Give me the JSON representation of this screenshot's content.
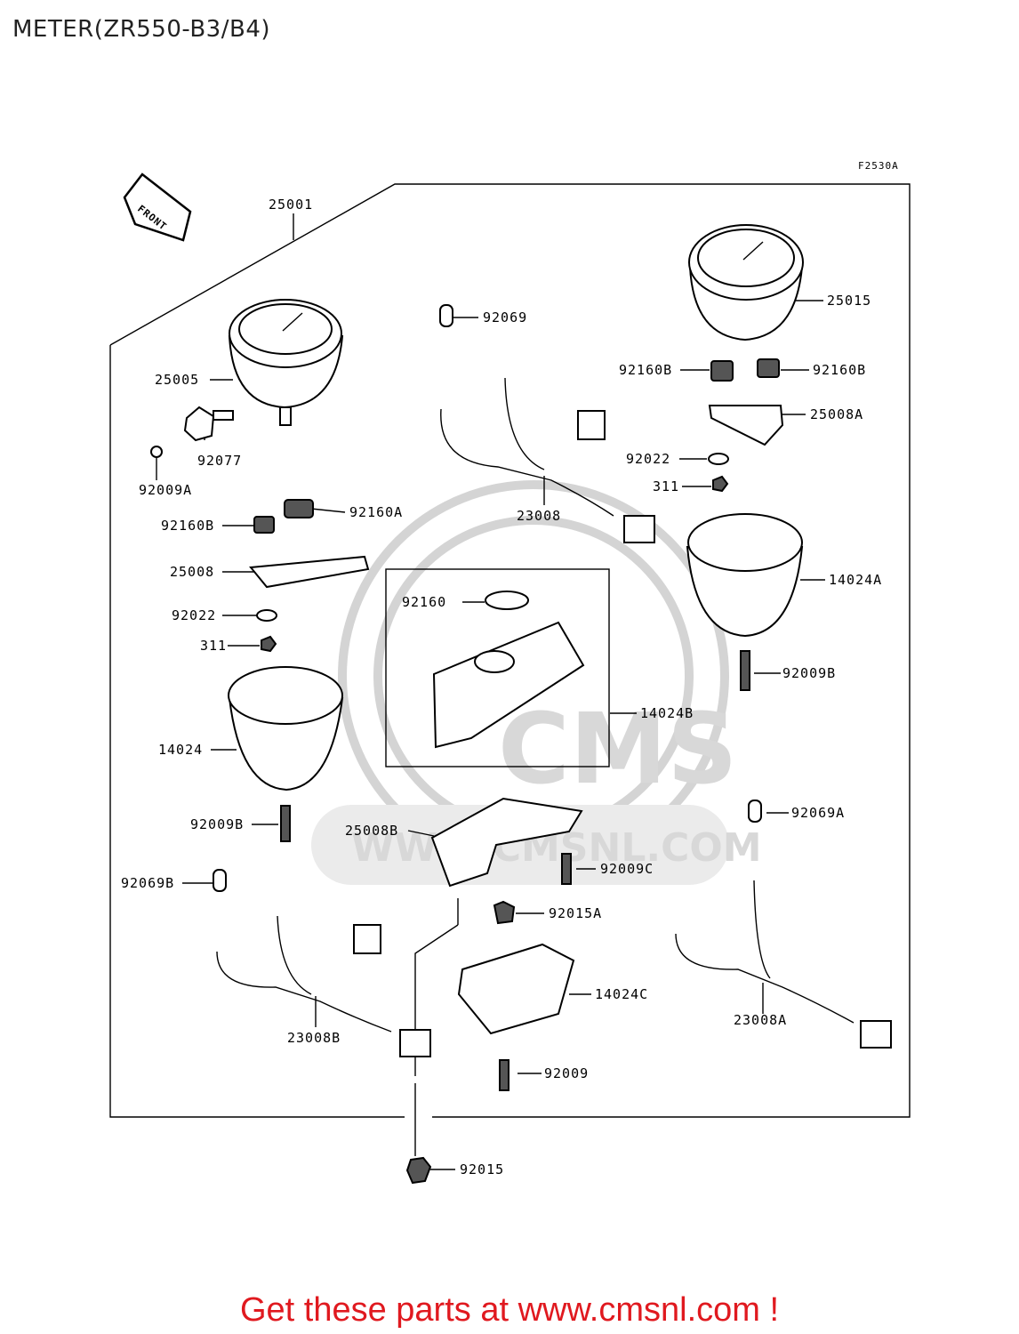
{
  "page": {
    "title": "METER(ZR550-B3/B4)",
    "figure_code": "F2530A",
    "front_label": "FRONT",
    "cta": "Get these parts at www.cmsnl.com !"
  },
  "watermark": {
    "brand": "CMS",
    "url": "WWW.CMSNL.COM"
  },
  "parts": [
    "25001",
    "25005",
    "92077",
    "92009A",
    "92160B",
    "92160A",
    "25008",
    "92022",
    "311",
    "14024",
    "92009B",
    "92069B",
    "23008B",
    "92069",
    "23008",
    "92160",
    "14024B",
    "25008B",
    "92009C",
    "92015A",
    "14024C",
    "92009",
    "92015",
    "25015",
    "92160B",
    "92160B",
    "25008A",
    "92022",
    "311",
    "14024A",
    "92009B",
    "92069A",
    "23008A"
  ]
}
